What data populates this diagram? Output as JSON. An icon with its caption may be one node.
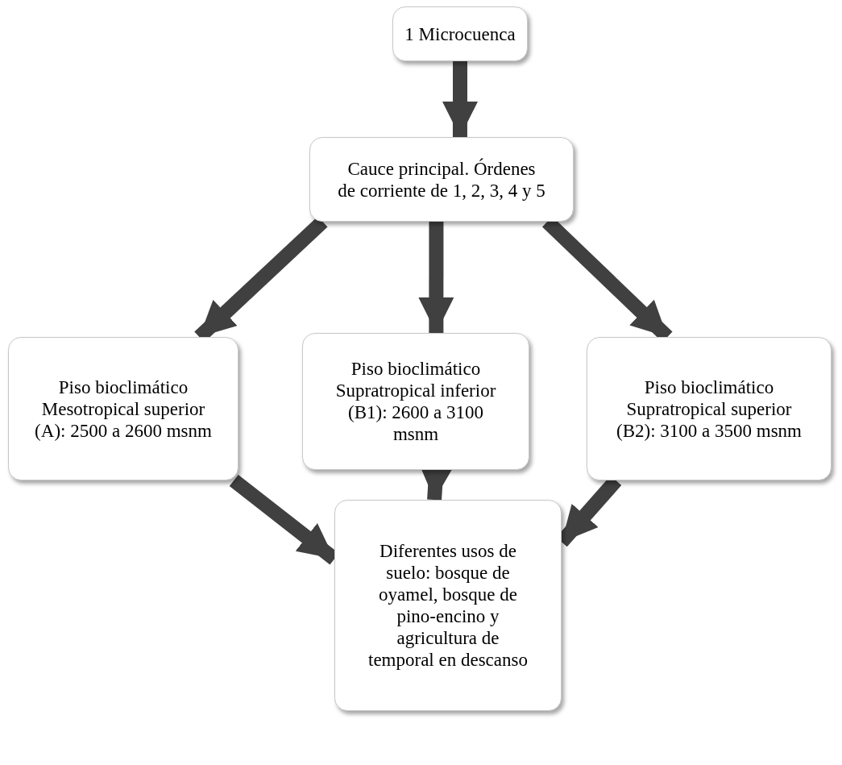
{
  "diagram": {
    "nodes": [
      {
        "text": [
          "1 Microcuenca"
        ]
      },
      {
        "text": [
          "Cauce  principal. Órdenes de corriente de 1, 2, 3, 4 y 5"
        ]
      },
      {
        "text": [
          "Piso bioclimático Mesotropical superior (A): 2500 a 2600 msnm"
        ]
      },
      {
        "text": [
          "Piso bioclimático Supratropical inferior (B1): 2600 a 3100 msnm"
        ]
      },
      {
        "text": [
          "Piso bioclimático Supratropical superior (B2): 3100 a 3500 msnm"
        ]
      },
      {
        "text": [
          "Diferentes usos de suelo: bosque de oyamel, bosque de pino-encino y agricultura de temporal en descanso"
        ]
      }
    ],
    "edges": [
      {
        "from": 0,
        "to": 1,
        "arrow": "to"
      },
      {
        "from": 1,
        "to": 2,
        "arrow": "to"
      },
      {
        "from": 1,
        "to": 3,
        "arrow": "to"
      },
      {
        "from": 1,
        "to": 4,
        "arrow": "to"
      },
      {
        "from": 2,
        "to": 5,
        "arrow": "to"
      },
      {
        "from": 3,
        "to": 5,
        "arrow": "to"
      },
      {
        "from": 4,
        "to": 5,
        "arrow": "to"
      }
    ]
  }
}
